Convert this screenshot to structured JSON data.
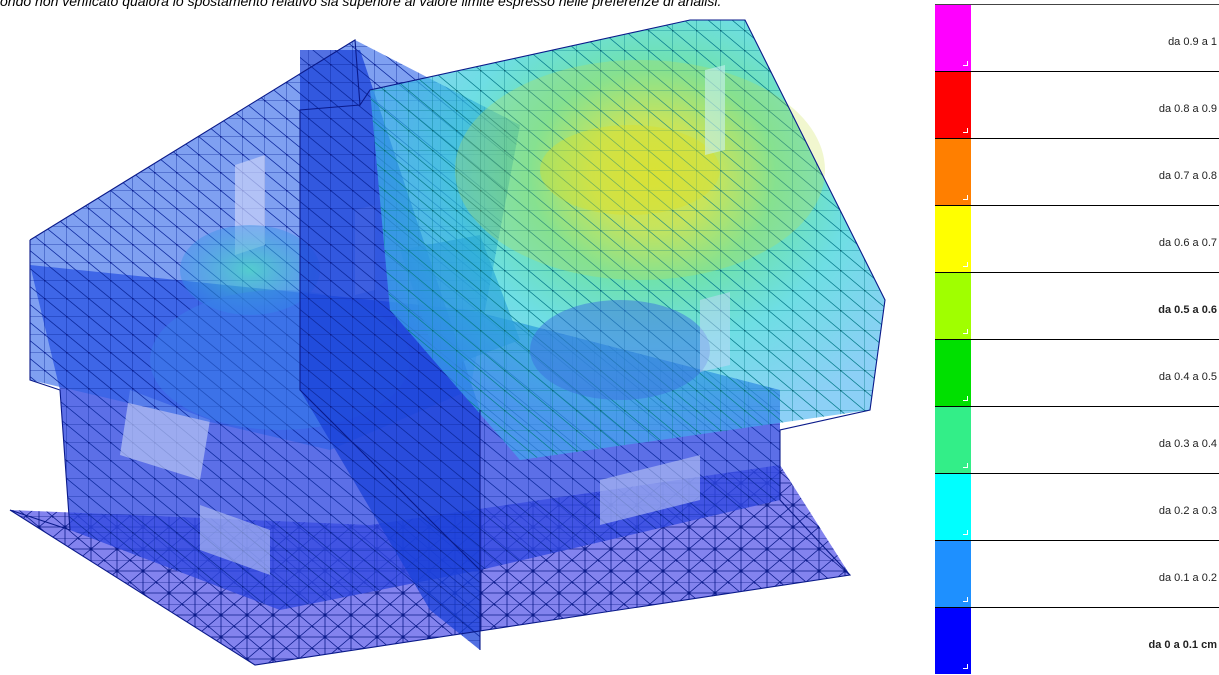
{
  "caption": "ondo non verificato qualora lo spostamento relativo sia superiore al valore limite espresso nelle preferenze di analisi.",
  "legend": {
    "items": [
      {
        "label": "da 0.9 a 1",
        "color": "#ff00ff",
        "bold": false
      },
      {
        "label": "da 0.8 a 0.9",
        "color": "#ff0000",
        "bold": false
      },
      {
        "label": "da 0.7 a 0.8",
        "color": "#ff7f00",
        "bold": false
      },
      {
        "label": "da 0.6 a 0.7",
        "color": "#ffff00",
        "bold": false
      },
      {
        "label": "da 0.5 a 0.6",
        "color": "#a0ff00",
        "bold": true
      },
      {
        "label": "da 0.4 a 0.5",
        "color": "#00e000",
        "bold": false
      },
      {
        "label": "da 0.3 a 0.4",
        "color": "#33ee88",
        "bold": false
      },
      {
        "label": "da 0.2 a 0.3",
        "color": "#00ffff",
        "bold": false
      },
      {
        "label": "da 0.1 a 0.2",
        "color": "#1e90ff",
        "bold": false
      },
      {
        "label": "da 0 a 0.1 cm",
        "color": "#0000ff",
        "bold": true
      }
    ]
  }
}
